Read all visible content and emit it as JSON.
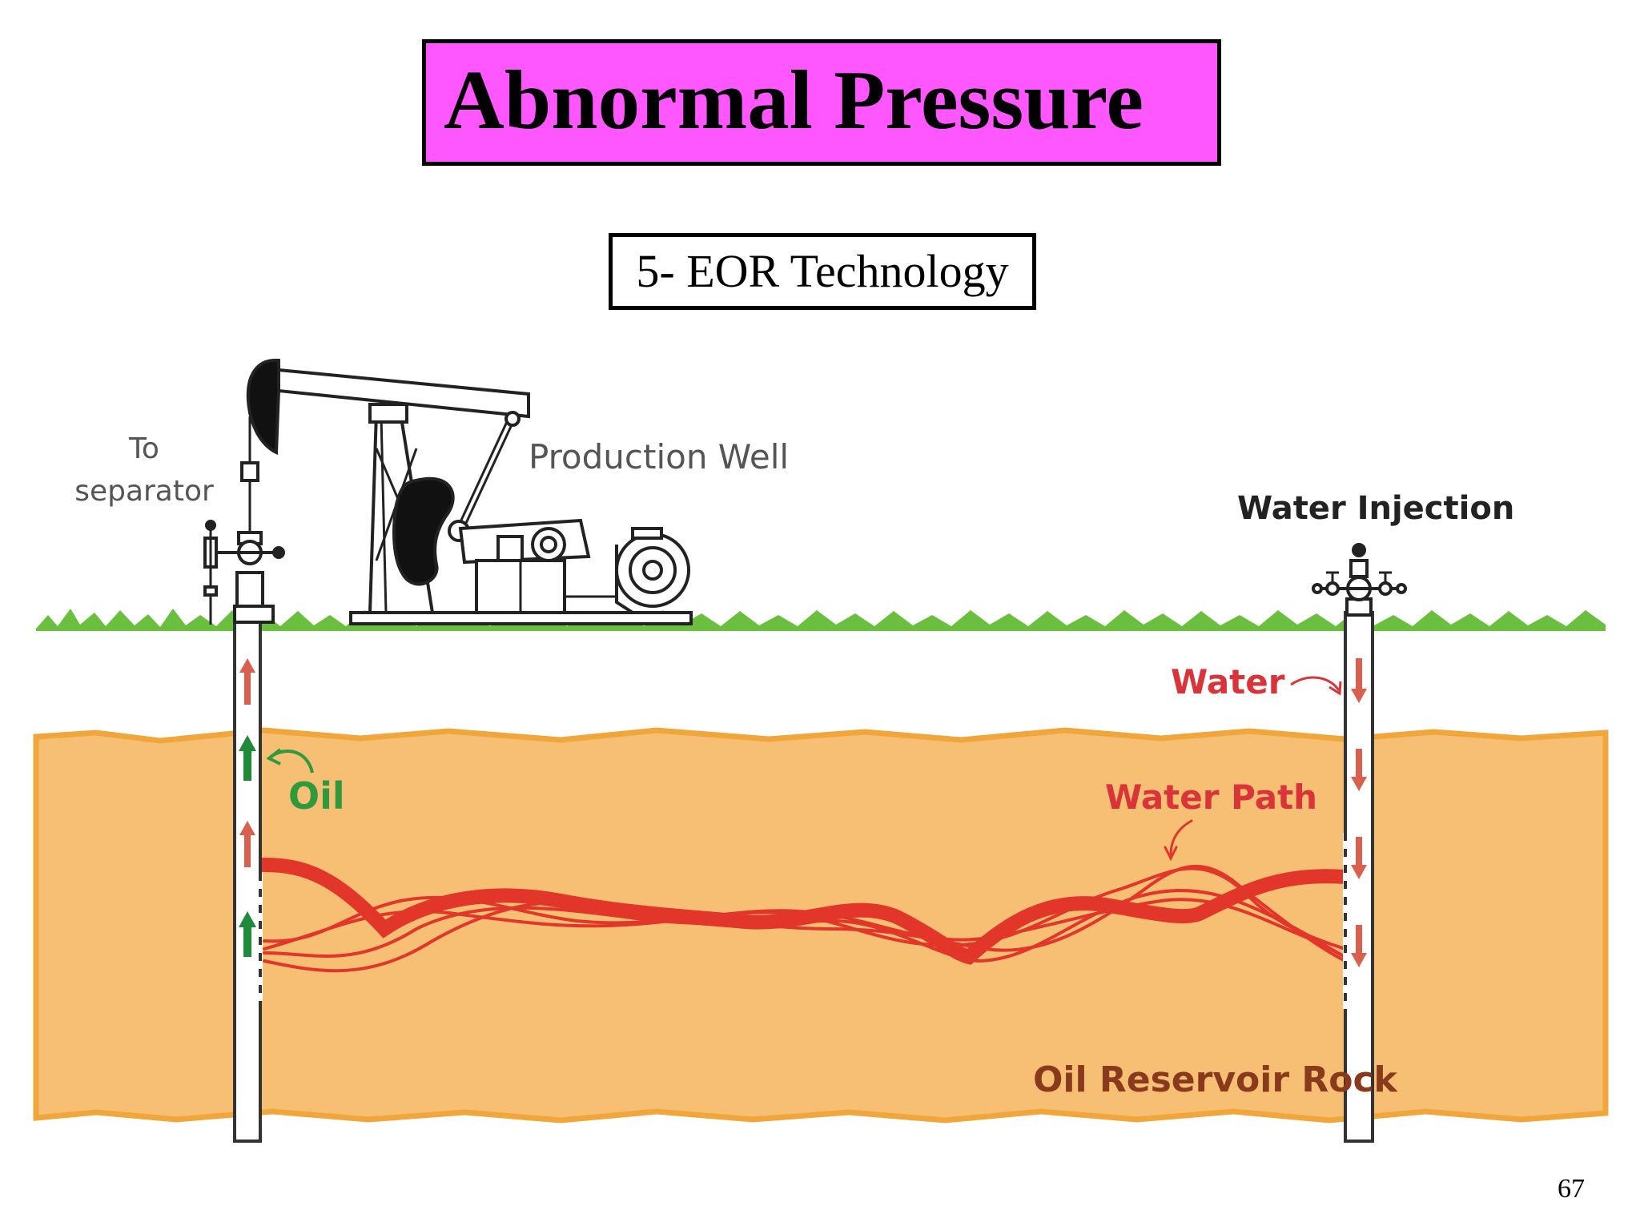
{
  "slide": {
    "title": "Abnormal Pressure",
    "subtitle": "5- EOR Technology",
    "page_number": "67"
  },
  "diagram": {
    "labels": {
      "to_separator_line1": "To",
      "to_separator_line2": "separator",
      "production_well": "Production Well",
      "water_injection": "Water Injection",
      "water": "Water",
      "oil": "Oil",
      "water_path": "Water Path",
      "reservoir": "Oil Reservoir Rock"
    },
    "colors": {
      "title_fill": "#ff57ff",
      "grass": "#6bbf3f",
      "reservoir": "#f6bf74",
      "reservoir_edge": "#f0a63a",
      "water_path": "#e2362b",
      "oil_arrow": "#1f8a3a",
      "flow_arrow": "#d9604f"
    }
  }
}
